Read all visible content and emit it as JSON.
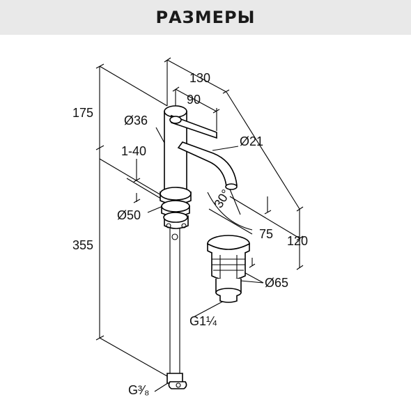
{
  "header": {
    "title": "РАЗМЕРЫ"
  },
  "dimensions": {
    "height_top": "175",
    "height_lower": "355",
    "spout_reach": "130",
    "lever_length": "90",
    "body_diameter": "Ø36",
    "spout_diameter": "Ø21",
    "deck_thickness": "1-40",
    "base_diameter": "Ø50",
    "spout_angle": "30°",
    "offset_75": "75",
    "spout_height": "120",
    "drain_diameter": "Ø65",
    "drain_thread": "G1¼",
    "supply_thread": "G³⁄₈"
  },
  "colors": {
    "line": "#000000",
    "header_bg": "#e9e9e9"
  }
}
